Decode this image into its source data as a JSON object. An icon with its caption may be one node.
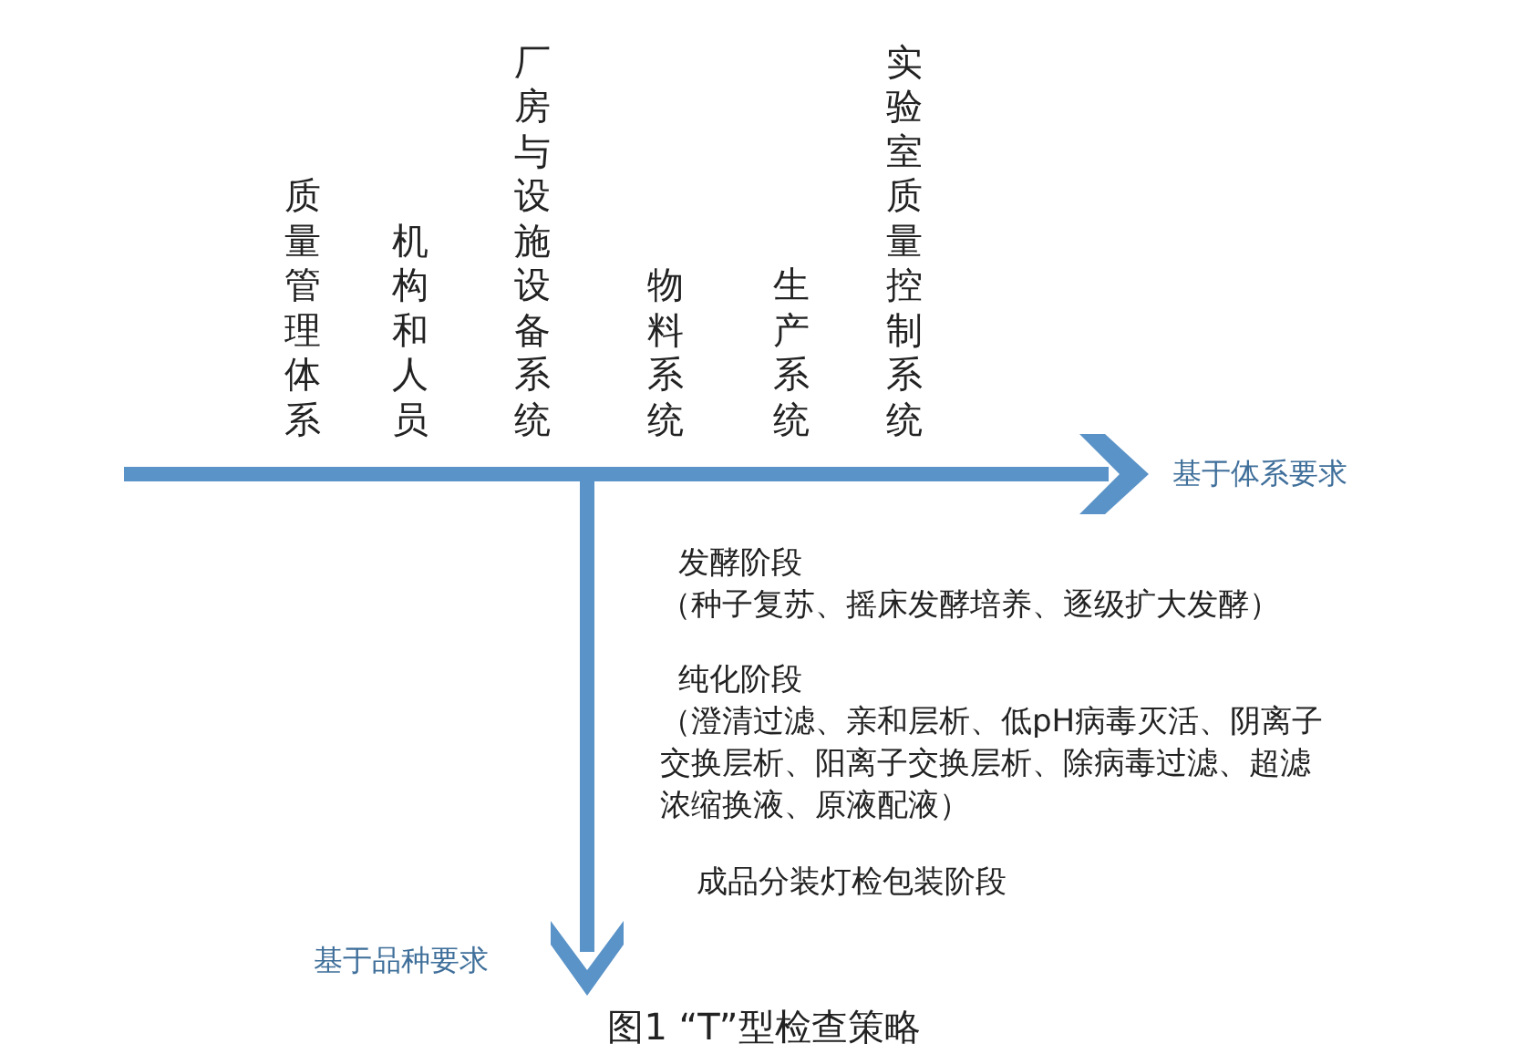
{
  "diagram": {
    "caption": "图1 “T”型检查策略",
    "labels": [
      "质量管理体系",
      "机构和人员",
      "厂房与设施设备系统",
      "物料系统",
      "生产系统",
      "实验室质量控制系统",
      "基于体系要求",
      "发酵阶段",
      "（种子复苏、摇床发酵培养、逐级扩大发酵）",
      "纯化阶段",
      "（澄清过滤、亲和层析、低pH病毒灭活、阴离子交换层析、阳离子交换层析、除病毒过滤、超滤浓缩换液、原液配液）",
      "成品分装灯检包装阶段",
      "基于品种要求"
    ]
  }
}
